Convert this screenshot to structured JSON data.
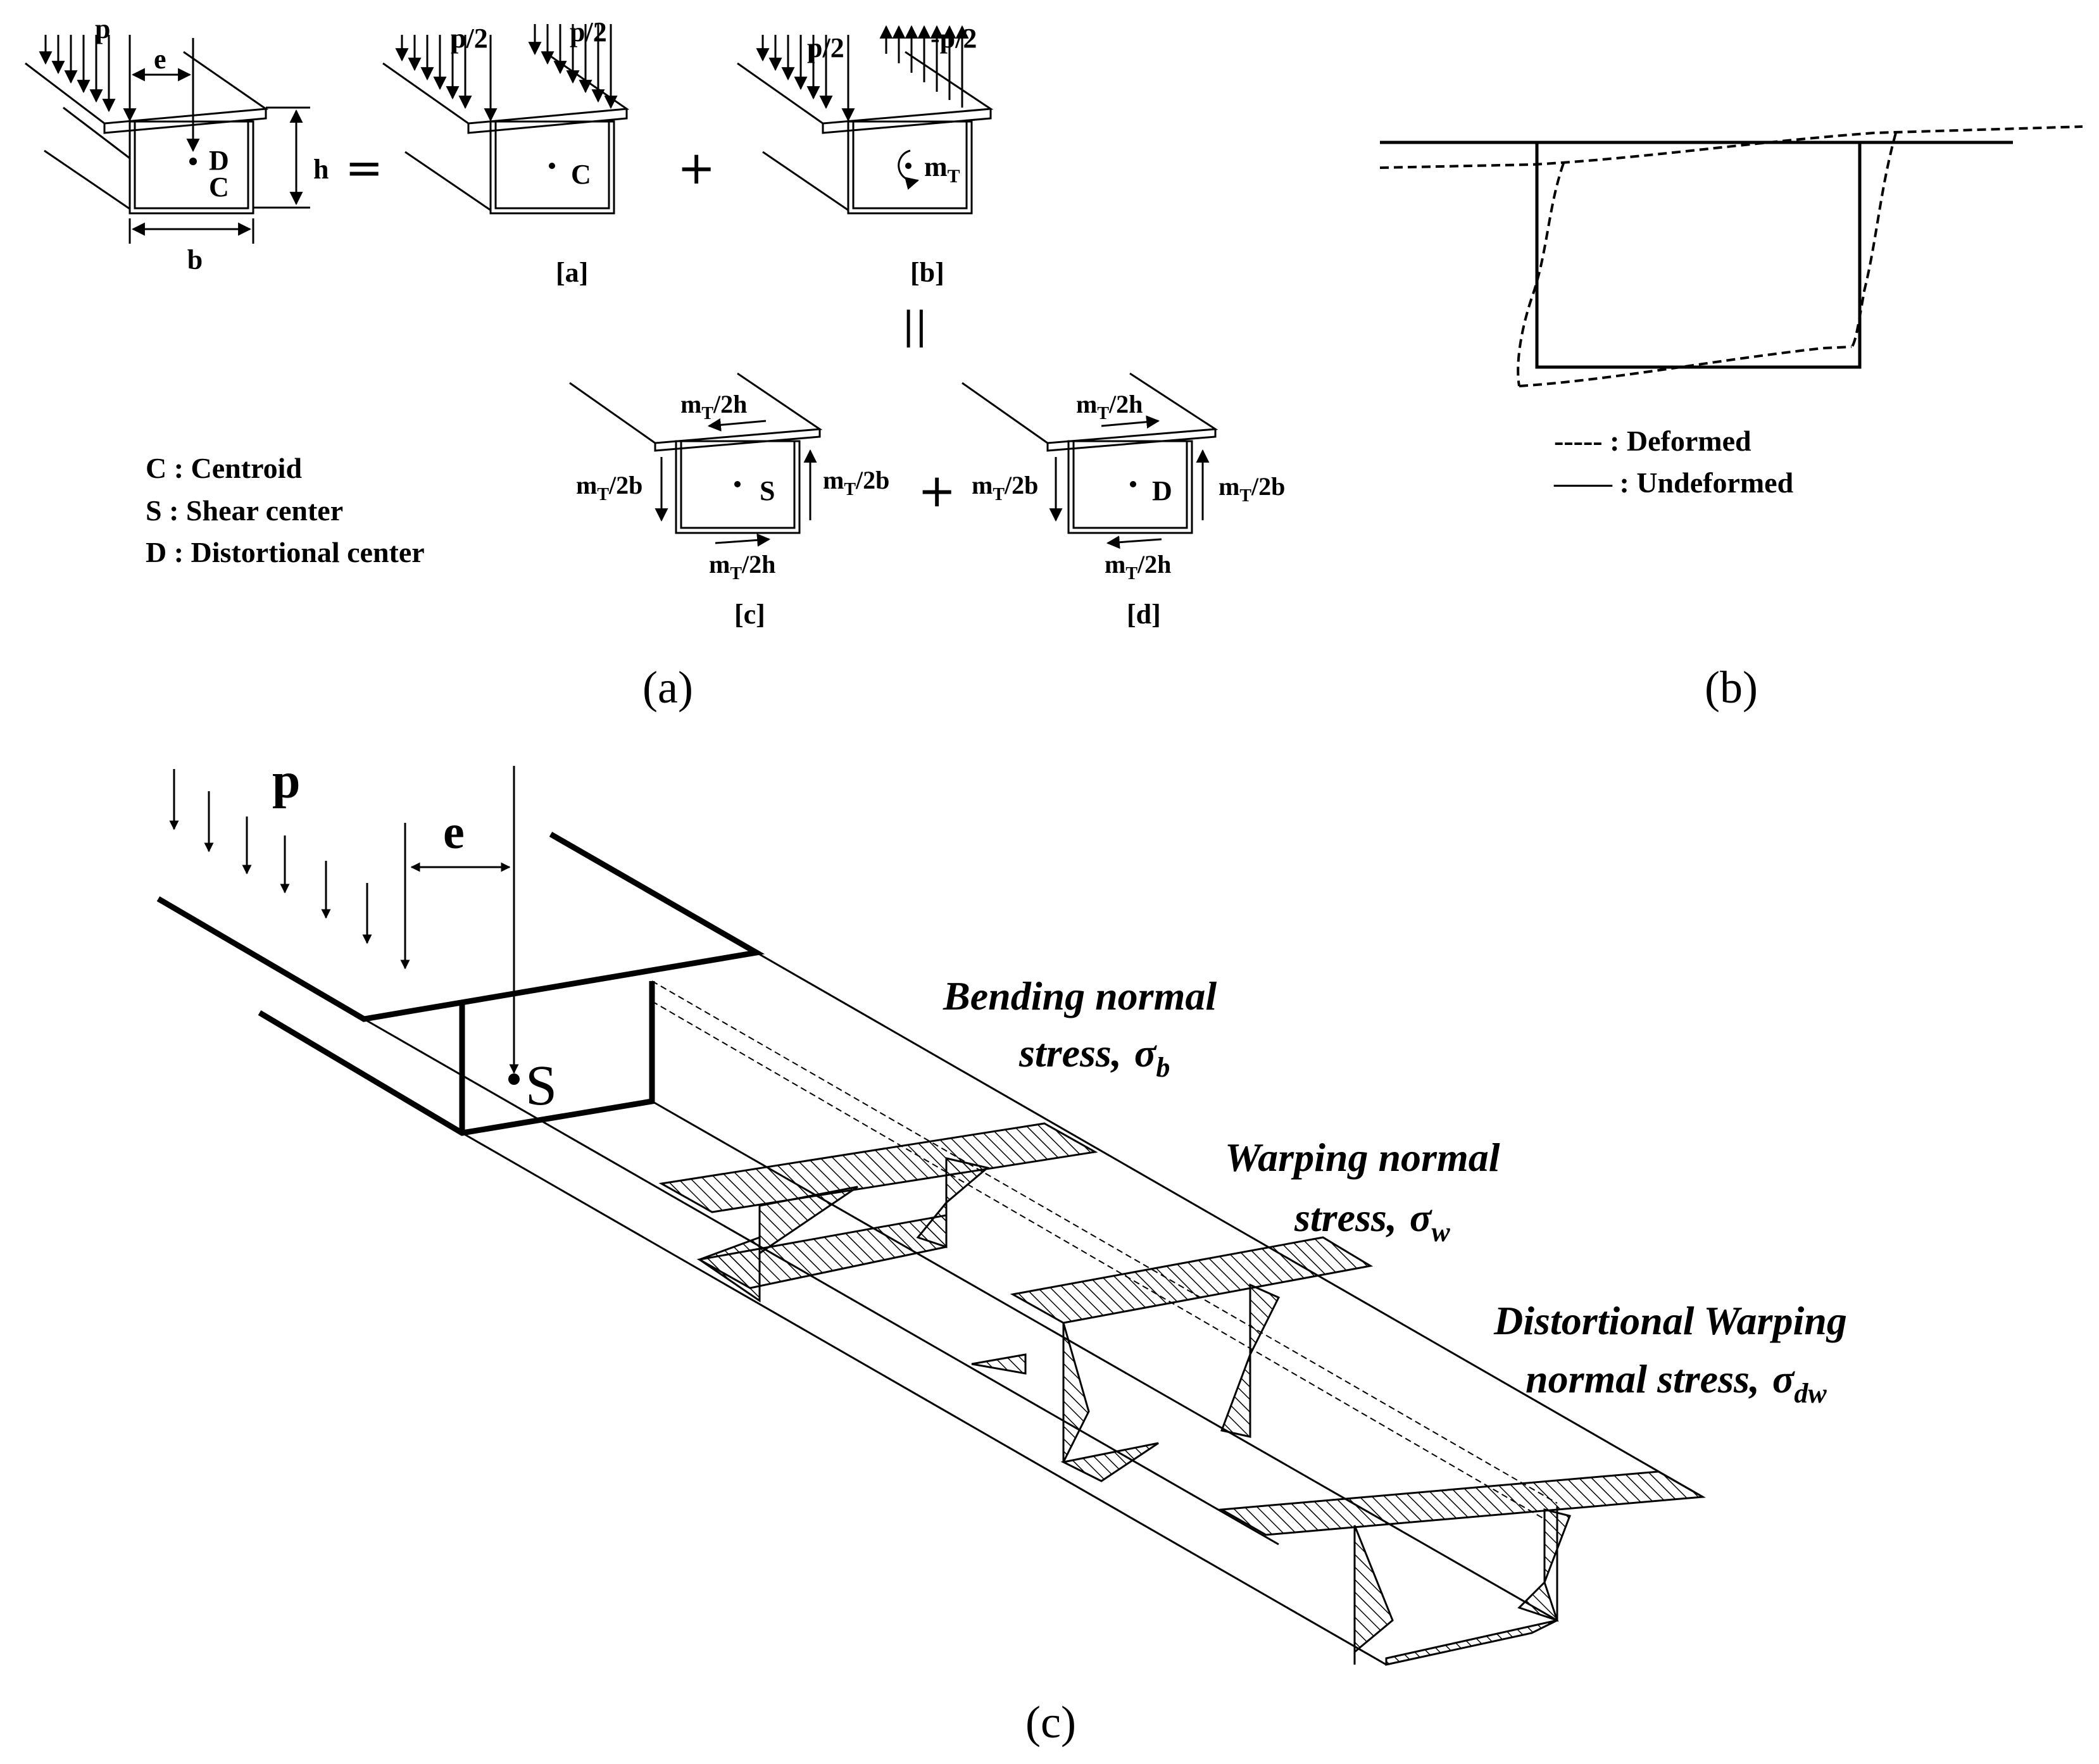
{
  "panel_a": {
    "load_p": "p",
    "ecc_e": "e",
    "dim_h": "h",
    "dim_b": "b",
    "label_D": "D",
    "label_C": "C",
    "equals": "=",
    "plus": "+",
    "half_p_1": "p/2",
    "half_p_2": "p/2",
    "half_p_3": "p/2",
    "neg_half_p": "-p/2",
    "case_a": "[a]",
    "case_b": "[b]",
    "case_c": "[c]",
    "case_d": "[d]",
    "parallel": "||",
    "mT_base": "m",
    "mT_sub": "T",
    "over_2h": "/2h",
    "over_2b": "/2b",
    "label_S": "S",
    "legend": [
      "C : Centroid",
      "S : Shear center",
      "D : Distortional center"
    ],
    "caption": "(a)"
  },
  "panel_b": {
    "legend_deformed": "----- : Deformed",
    "legend_undeformed": "—— : Undeformed",
    "caption": "(b)"
  },
  "panel_c": {
    "load_p": "p",
    "ecc_e": "e",
    "label_S": "S",
    "bending_1": "Bending normal",
    "bending_2": "stress,",
    "bending_sym": "σ",
    "bending_sub": "b",
    "warping_1": "Warping normal",
    "warping_2": "stress,",
    "warping_sym": "σ",
    "warping_sub": "w",
    "dist_1": "Distortional Warping",
    "dist_2": "normal stress,",
    "dist_sym": "σ",
    "dist_sub": "dw",
    "caption": "(c)"
  }
}
